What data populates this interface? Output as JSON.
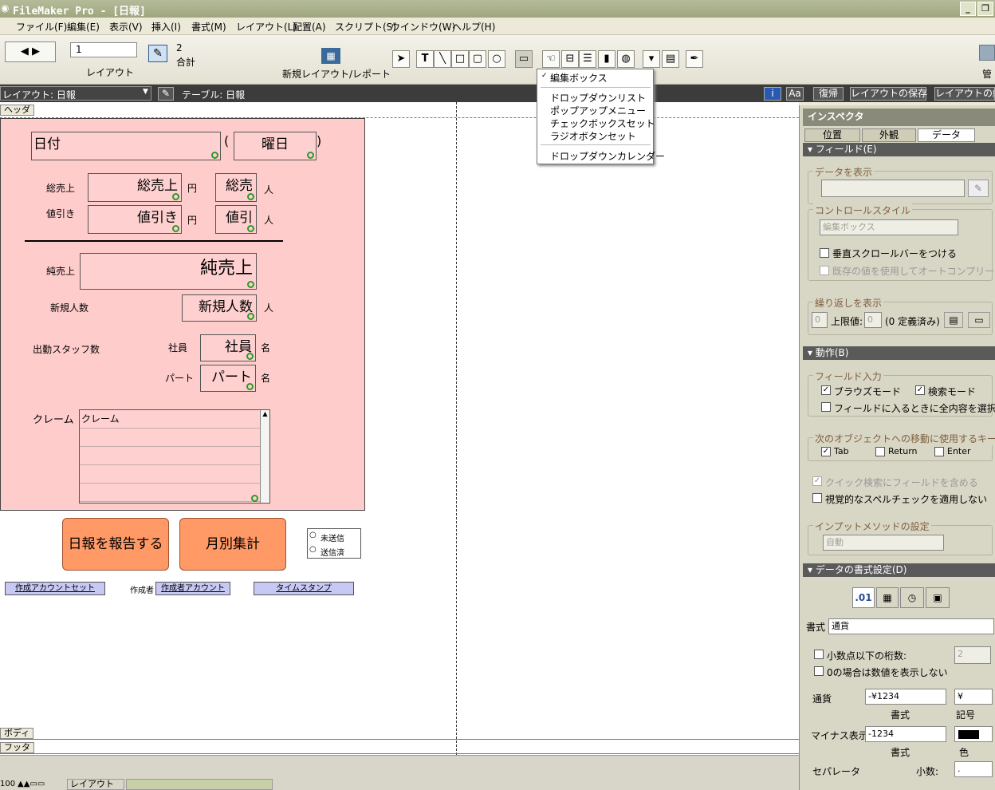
{
  "window": {
    "title": "FileMaker Pro - [日報]",
    "min": "_",
    "restore": "❐"
  },
  "menu": [
    "ファイル(F)",
    "編集(E)",
    "表示(V)",
    "挿入(I)",
    "書式(M)",
    "レイアウト(L)",
    "配置(A)",
    "スクリプト(S)",
    "ウインドウ(W)",
    "ヘルプ(H)"
  ],
  "toolbar": {
    "record_value": "1",
    "layout_label": "レイアウト",
    "count": "2",
    "count_label": "合計",
    "new_layout": "新規レイアウト/レポート",
    "right_label": "管"
  },
  "layoutbar": {
    "layout": "レイアウト: 日報",
    "table": "テーブル: 日報",
    "revert": "復帰",
    "save": "レイアウトの保存",
    "exit": "レイアウトの終"
  },
  "dropdown": {
    "check": "✓",
    "items": [
      "編集ボックス",
      "ドロップダウンリスト",
      "ポップアップメニュー",
      "チェックボックスセット",
      "ラジオボタンセット",
      "ドロップダウンカレンダー"
    ]
  },
  "parts": {
    "header": "ヘッダ",
    "body": "ボディ",
    "footer": "フッタ"
  },
  "form": {
    "date": "日付",
    "paren_open": "(",
    "weekday": "曜日",
    "paren_close": ")",
    "sales_label": "総売上",
    "sales_field": "総売上",
    "yen1": "円",
    "sales_count": "総売",
    "person1": "人",
    "discount_label": "値引き",
    "discount_field": "値引き",
    "yen2": "円",
    "discount_count": "値引",
    "person2": "人",
    "net_label": "純売上",
    "net_field": "純売上",
    "new_label": "新規人数",
    "new_field": "新規人数",
    "person3": "人",
    "staff_label": "出勤スタッフ数",
    "employee_label": "社員",
    "employee_field": "社員",
    "mei1": "名",
    "part_label": "パート",
    "part_field": "パート",
    "mei2": "名",
    "claim_label": "クレーム",
    "claim_field": "クレーム",
    "report_btn": "日報を報告する",
    "monthly_btn": "月別集計",
    "radio1": "未送信",
    "radio2": "送信済",
    "creator_account": "作成アカウントセット",
    "creator_label": "作成者",
    "creator_field": "作成者アカウント",
    "timestamp": "タイムスタンプ"
  },
  "inspector": {
    "title": "インスペクタ",
    "tabs": [
      "位置",
      "外観",
      "データ"
    ],
    "field_section": "フィールド(E)",
    "display_data": "データを表示",
    "control_style": "コントロールスタイル",
    "control_value": "編集ボックス",
    "vscroll": "垂直スクロールバーをつける",
    "autocomplete": "既存の値を使用してオートコンプリート",
    "repeat": "繰り返しを表示",
    "repeat_from": "0",
    "upper": "上限値:",
    "repeat_to": "0",
    "defined": "(0 定義済み)",
    "behavior": "動作(B)",
    "field_entry": "フィールド入力",
    "browse": "ブラウズモード",
    "find": "検索モード",
    "select_all": "フィールドに入るときに全内容を選択",
    "next_key": "次のオブジェクトへの移動に使用するキー",
    "tab": "Tab",
    "return": "Return",
    "enter": "Enter",
    "quickfind": "クイック検索にフィールドを含める",
    "spell": "視覚的なスペルチェックを適用しない",
    "ime": "インプットメソッドの設定",
    "ime_value": "自動",
    "format_section": "データの書式設定(D)",
    "fmt_number": ".01",
    "format_label": "書式",
    "format_value": "通貨",
    "decimals": "小数点以下の桁数:",
    "decimals_value": "2",
    "zero": "0の場合は数値を表示しない",
    "currency": "通貨",
    "currency_fmt": "-¥1234",
    "currency_sym": "¥",
    "fmt_caption": "書式",
    "sym_caption": "記号",
    "negative": "マイナス表示",
    "negative_fmt": "-1234",
    "color_caption": "色",
    "separator": "セパレータ",
    "decimal_label": "小数:",
    "decimal_sep": "."
  },
  "status": {
    "zoom": "100",
    "mode": "レイアウト"
  }
}
